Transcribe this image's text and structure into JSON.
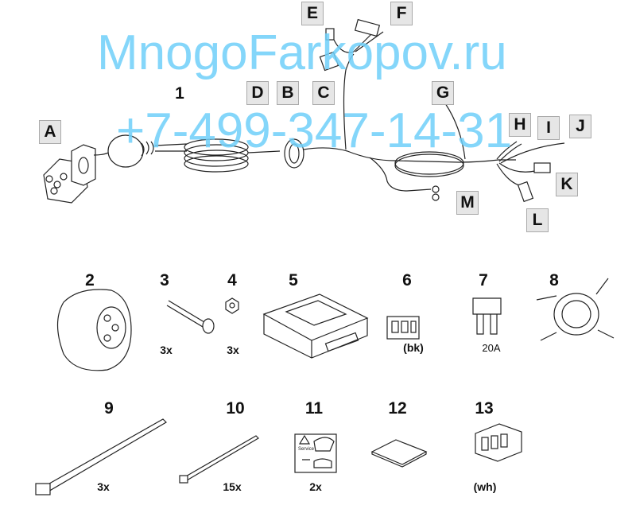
{
  "watermark": {
    "site": "MnogoFarkopov.ru",
    "phone": "+7-499-347-14-31",
    "color": "#6fd0fa"
  },
  "harness": {
    "part_number": "1",
    "connector_labels": [
      "A",
      "B",
      "C",
      "D",
      "E",
      "F",
      "G",
      "H",
      "I",
      "J",
      "K",
      "L",
      "M"
    ]
  },
  "parts": [
    {
      "number": "2",
      "qty": ""
    },
    {
      "number": "3",
      "qty": "3x"
    },
    {
      "number": "4",
      "qty": "3x"
    },
    {
      "number": "5",
      "qty": ""
    },
    {
      "number": "6",
      "qty": "(bk)"
    },
    {
      "number": "7",
      "qty": "20A"
    },
    {
      "number": "8",
      "qty": ""
    },
    {
      "number": "9",
      "qty": "3x"
    },
    {
      "number": "10",
      "qty": "15x"
    },
    {
      "number": "11",
      "qty": "2x"
    },
    {
      "number": "12",
      "qty": ""
    },
    {
      "number": "13",
      "qty": "(wh)"
    }
  ],
  "sticker_text": "Service"
}
